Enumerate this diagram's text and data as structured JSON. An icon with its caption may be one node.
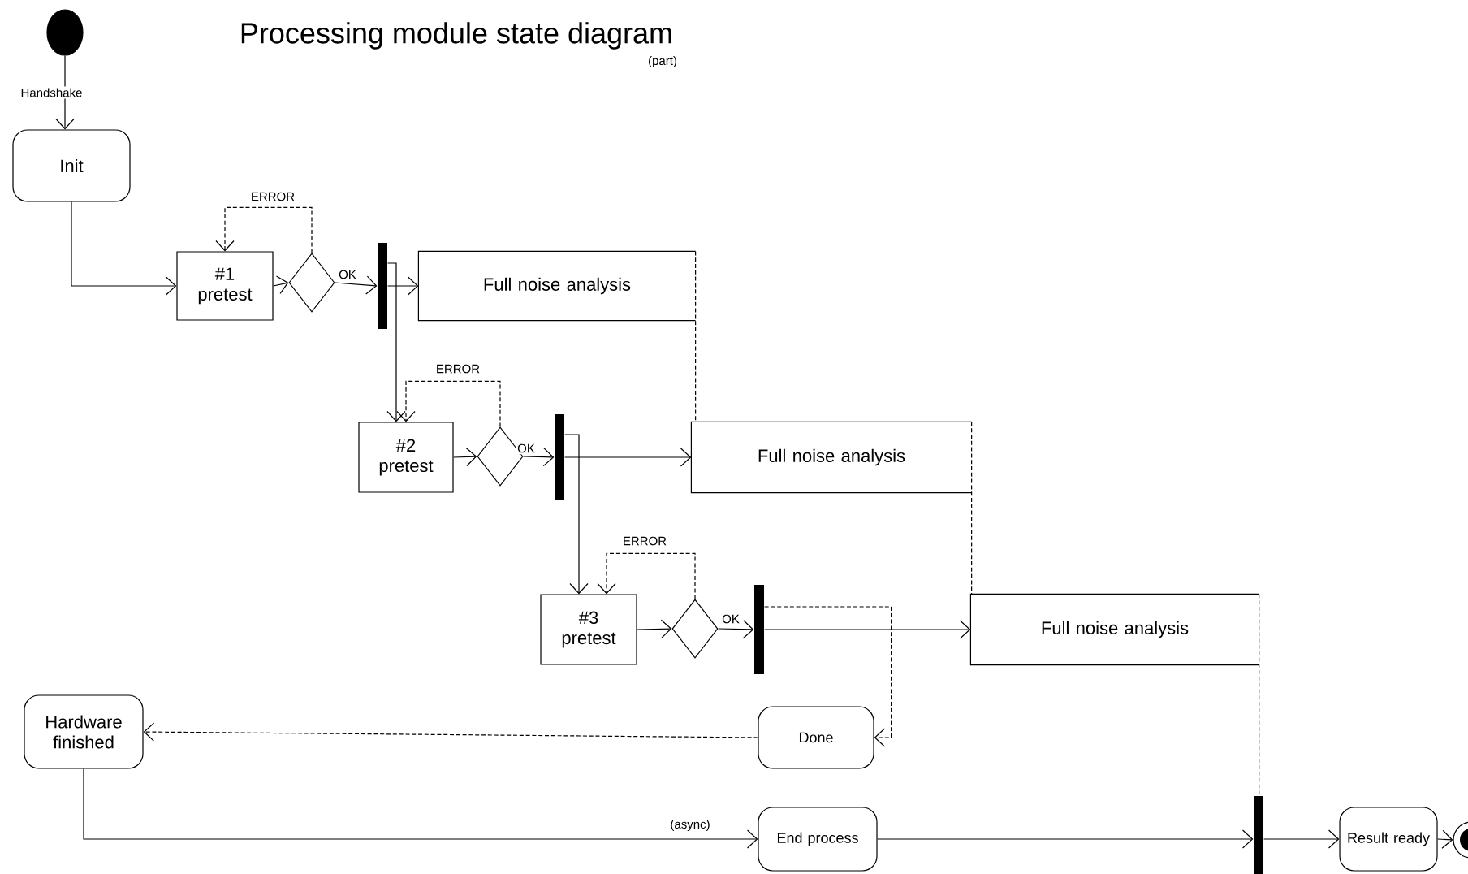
{
  "diagram": {
    "title": "Processing module state diagram",
    "nodes": [
      {
        "text": [],
        "shape": "circle"
      },
      {
        "text": [
          "Init"
        ]
      },
      {
        "text": [
          "#1 pretest"
        ]
      },
      {
        "text": [],
        "shape": "diamond"
      },
      {
        "text": [],
        "shape": "bar"
      },
      {
        "text": [
          "Full noise analysis"
        ]
      },
      {
        "text": [
          "#2 pretest"
        ]
      },
      {
        "text": [],
        "shape": "diamond"
      },
      {
        "text": [],
        "shape": "bar"
      },
      {
        "text": [
          "Full noise analysis"
        ]
      },
      {
        "text": [
          "#3 pretest"
        ]
      },
      {
        "text": [],
        "shape": "diamond"
      },
      {
        "text": [],
        "shape": "bar"
      },
      {
        "text": [
          "Full noise analysis"
        ]
      },
      {
        "text": [
          "Hardware finished"
        ]
      },
      {
        "text": [
          "Done"
        ]
      },
      {
        "text": [
          "End process"
        ]
      },
      {
        "text": [],
        "shape": "bar"
      },
      {
        "text": [
          "Result ready"
        ]
      },
      {
        "text": [],
        "shape": "circle"
      }
    ],
    "edges": [
      {
        "from": 0,
        "to": 1,
        "arrow": "to",
        "label": "Handshake"
      },
      {
        "from": 1,
        "to": 2,
        "arrow": "to"
      },
      {
        "from": 2,
        "to": 3,
        "arrow": "to"
      },
      {
        "from": 3,
        "to": 2,
        "arrow": "to",
        "label": "ERROR",
        "style": "dashed"
      },
      {
        "from": 3,
        "to": 4,
        "arrow": "to",
        "label": "OK"
      },
      {
        "from": 4,
        "to": 5,
        "arrow": "to"
      },
      {
        "from": 4,
        "to": 6,
        "arrow": "to"
      },
      {
        "from": 6,
        "to": 7,
        "arrow": "to"
      },
      {
        "from": 7,
        "to": 6,
        "arrow": "to",
        "label": "ERROR",
        "style": "dashed"
      },
      {
        "from": 7,
        "to": 8,
        "arrow": "to",
        "label": "OK"
      },
      {
        "from": 8,
        "to": 9,
        "arrow": "to"
      },
      {
        "from": 8,
        "to": 10,
        "arrow": "to"
      },
      {
        "from": 10,
        "to": 11,
        "arrow": "to"
      },
      {
        "from": 11,
        "to": 10,
        "arrow": "to",
        "label": "ERROR",
        "style": "dashed"
      },
      {
        "from": 11,
        "to": 12,
        "arrow": "to",
        "label": "OK"
      },
      {
        "from": 12,
        "to": 13,
        "arrow": "to"
      },
      {
        "from": 12,
        "to": 15,
        "arrow": "to",
        "style": "dashed"
      },
      {
        "from": 15,
        "to": 14,
        "arrow": "to",
        "style": "dashed"
      },
      {
        "from": 14,
        "to": 16,
        "arrow": "to",
        "label": "(async)"
      },
      {
        "from": 16,
        "to": 17,
        "arrow": "to"
      },
      {
        "from": 17,
        "to": 18,
        "arrow": "to"
      },
      {
        "from": 18,
        "to": 19,
        "arrow": "to"
      },
      {
        "from": 5,
        "to": 9,
        "arrow": "none",
        "style": "dashed"
      },
      {
        "from": 9,
        "to": 13,
        "arrow": "none",
        "style": "dashed"
      },
      {
        "from": 13,
        "to": 17,
        "arrow": "none",
        "style": "dashed"
      }
    ],
    "labels": [
      "(part)"
    ]
  }
}
